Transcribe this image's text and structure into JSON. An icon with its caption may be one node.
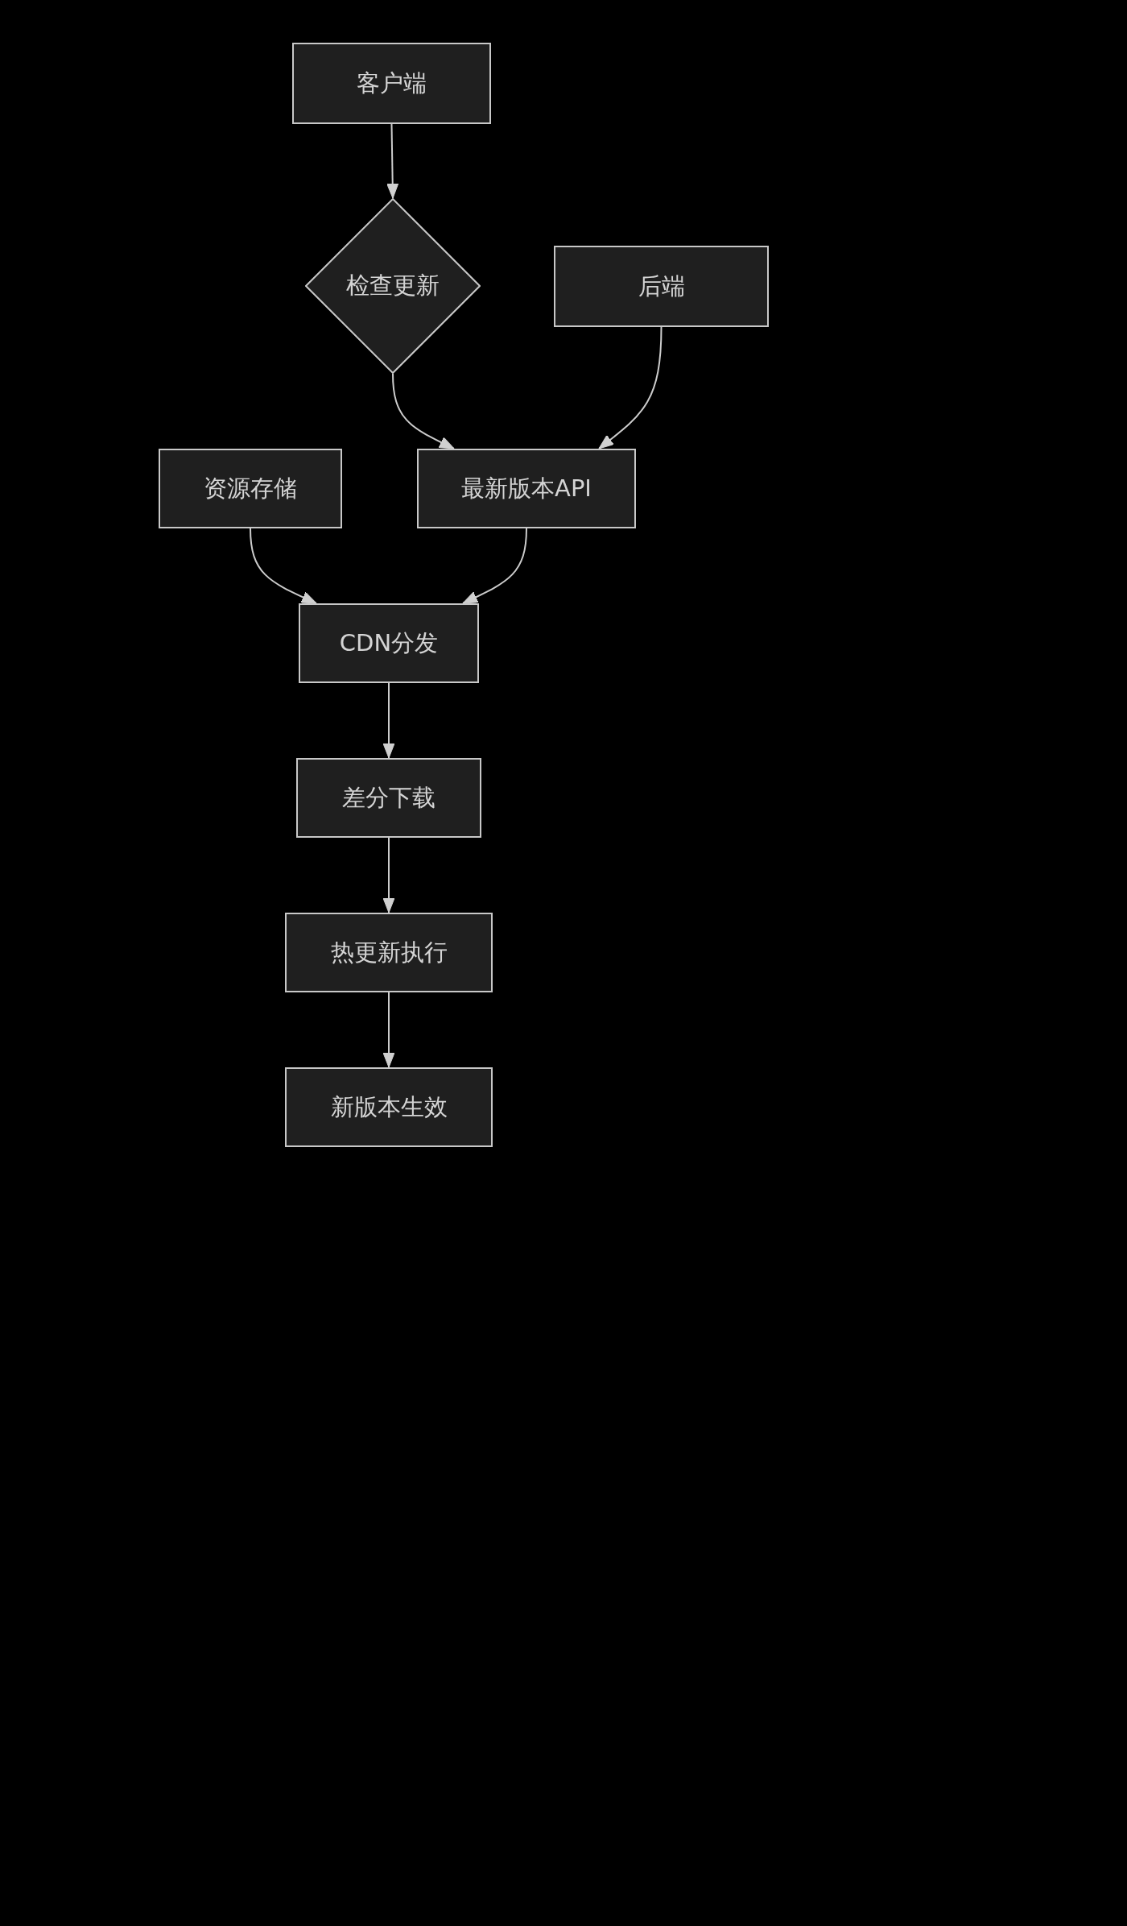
{
  "diagram": {
    "nodes": [
      {
        "text": [
          "客户端"
        ]
      },
      {
        "text": [
          "检查更新"
        ]
      },
      {
        "text": [
          "后端"
        ]
      },
      {
        "text": [
          "资源存储"
        ]
      },
      {
        "text": [
          "最新版本API"
        ]
      },
      {
        "text": [
          "CDN分发"
        ]
      },
      {
        "text": [
          "差分下载"
        ]
      },
      {
        "text": [
          "热更新执行"
        ]
      },
      {
        "text": [
          "新版本生效"
        ]
      }
    ],
    "edges": [
      {
        "from": 0,
        "to": 1,
        "arrow": "to"
      },
      {
        "from": 1,
        "to": 4,
        "arrow": "to"
      },
      {
        "from": 2,
        "to": 4,
        "arrow": "to"
      },
      {
        "from": 3,
        "to": 5,
        "arrow": "to"
      },
      {
        "from": 4,
        "to": 5,
        "arrow": "to"
      },
      {
        "from": 5,
        "to": 6,
        "arrow": "to"
      },
      {
        "from": 6,
        "to": 7,
        "arrow": "to"
      },
      {
        "from": 7,
        "to": 8,
        "arrow": "to"
      }
    ]
  }
}
